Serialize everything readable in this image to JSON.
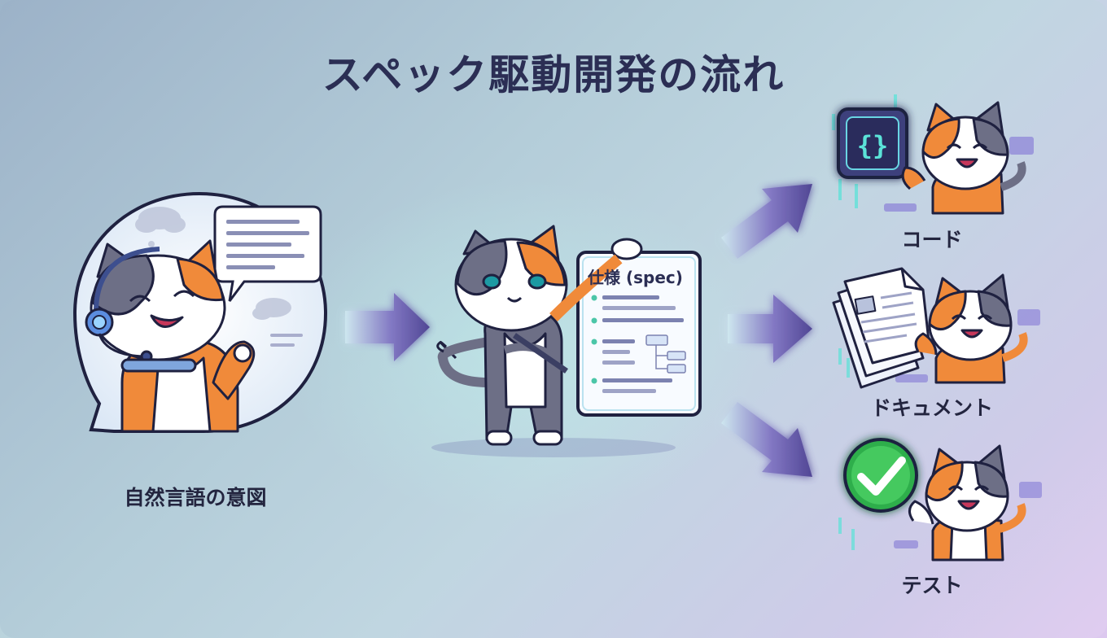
{
  "title": "スペック駆動開発の流れ",
  "nodes": {
    "intent": {
      "label": "自然言語の意図"
    },
    "spec": {
      "label": "仕様 (spec)"
    },
    "outputs": [
      {
        "label": "コード"
      },
      {
        "label": "ドキュメント"
      },
      {
        "label": "テスト"
      }
    ]
  },
  "colors": {
    "arrow": "#4b3f91",
    "title": "#2b2e54",
    "cat_orange": "#f08a3a",
    "cat_gray": "#6d6f86",
    "check_green": "#34c759"
  }
}
